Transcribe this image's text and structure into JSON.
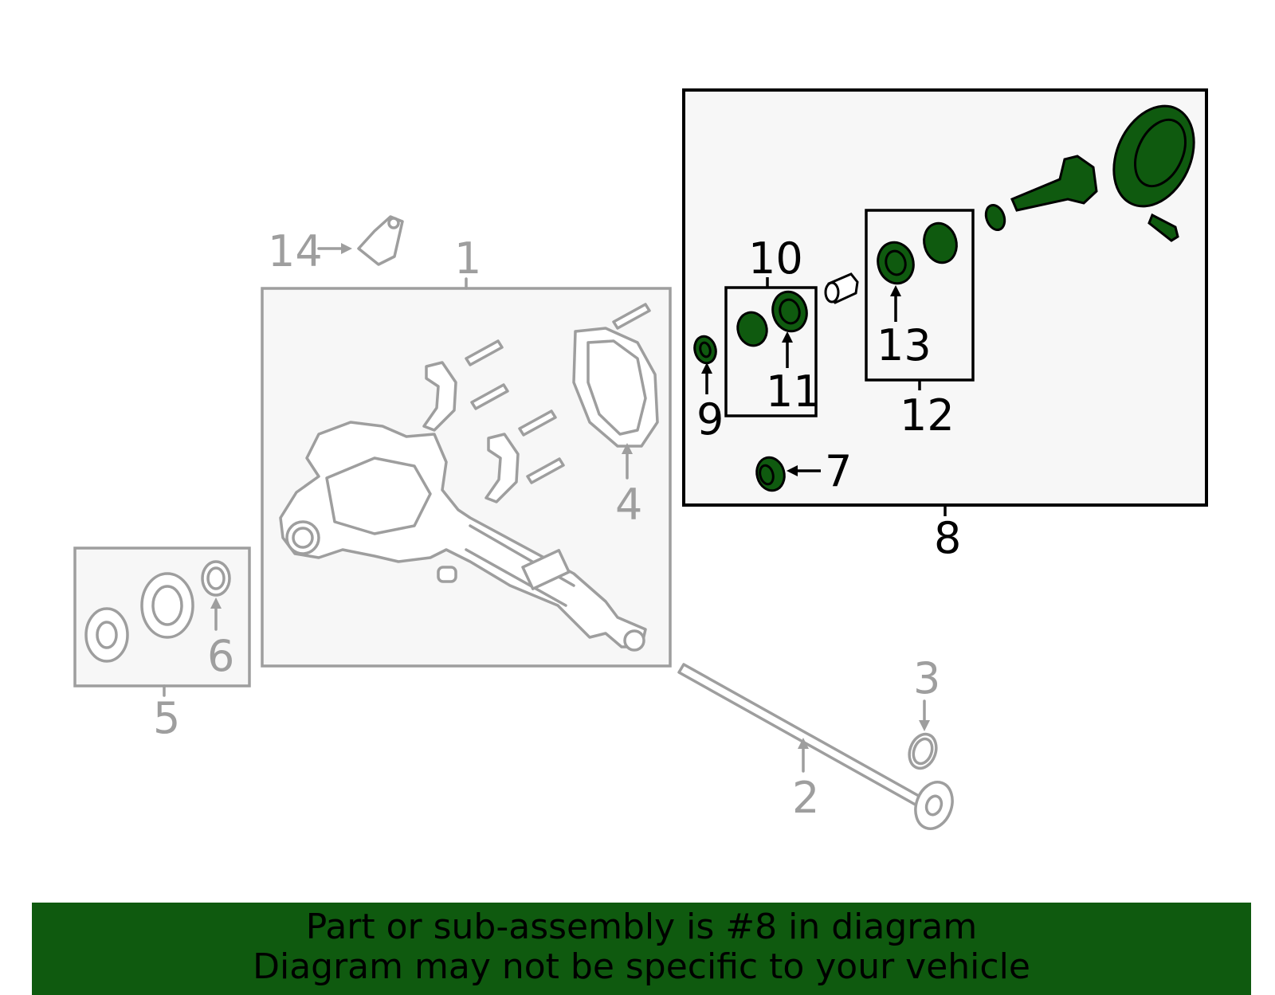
{
  "callouts": {
    "c1": "1",
    "c2": "2",
    "c3": "3",
    "c4": "4",
    "c5": "5",
    "c6": "6",
    "c7": "7",
    "c8": "8",
    "c9": "9",
    "c10": "10",
    "c11": "11",
    "c12": "12",
    "c13": "13",
    "c14": "14"
  },
  "highlighted_part": "8",
  "colors": {
    "highlight": "#0f5a0f",
    "inactive": "#9e9e9e",
    "active": "#000000"
  },
  "banner": {
    "line1": "Part or sub-assembly is #8 in diagram",
    "line2": "Diagram may not be specific to your vehicle"
  }
}
